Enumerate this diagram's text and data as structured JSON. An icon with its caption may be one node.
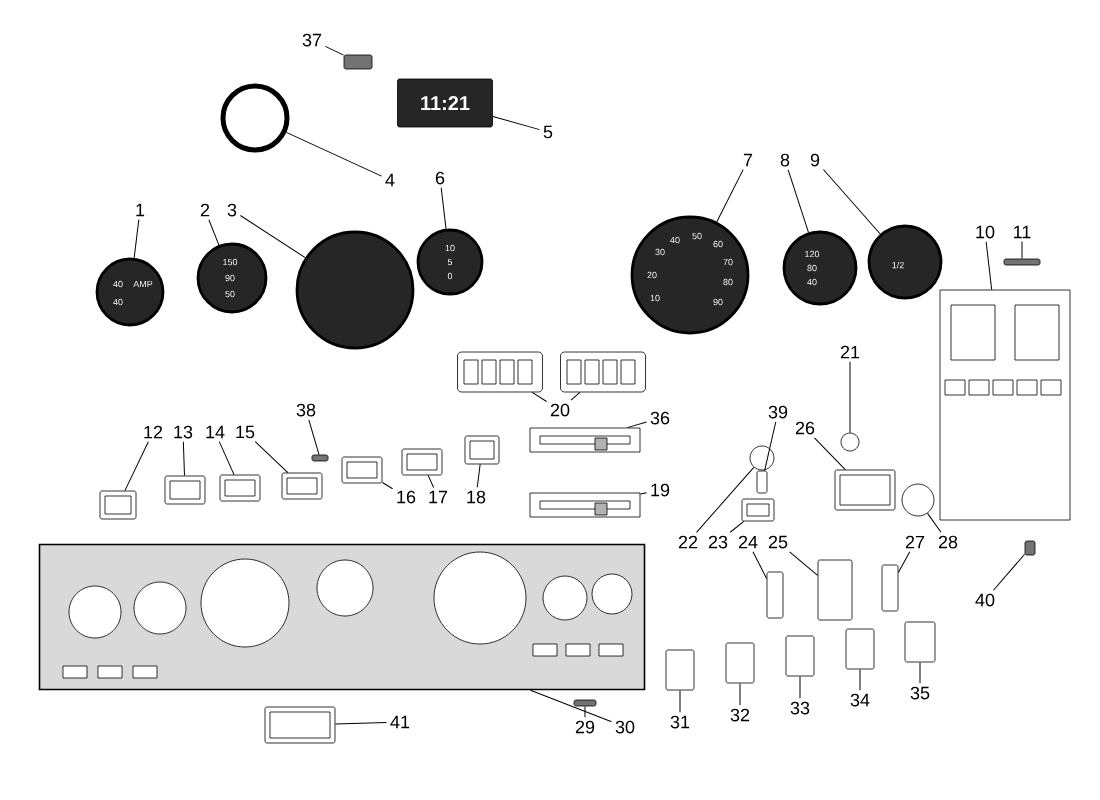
{
  "diagram": {
    "nodes": [
      {
        "text": [
          "1"
        ]
      },
      {
        "text": [],
        "shape": "circle"
      },
      {
        "text": [
          "2"
        ]
      },
      {
        "text": [],
        "shape": "circle"
      },
      {
        "text": [
          "3"
        ]
      },
      {
        "text": [],
        "shape": "circle"
      },
      {
        "text": [
          "4"
        ]
      },
      {
        "text": [],
        "shape": "circle"
      },
      {
        "text": [
          "5"
        ]
      },
      {
        "text": [],
        "shape": "box"
      },
      {
        "text": [
          "6"
        ]
      },
      {
        "text": [],
        "shape": "circle"
      },
      {
        "text": [
          "7"
        ]
      },
      {
        "text": [],
        "shape": "circle"
      },
      {
        "text": [
          "8"
        ]
      },
      {
        "text": [],
        "shape": "circle"
      },
      {
        "text": [
          "9"
        ]
      },
      {
        "text": [],
        "shape": "circle"
      },
      {
        "text": [
          "10"
        ]
      },
      {
        "text": [],
        "shape": "picture"
      },
      {
        "text": [
          "11"
        ]
      },
      {
        "text": [],
        "shape": "box"
      },
      {
        "text": [
          "12"
        ]
      },
      {
        "text": [],
        "shape": "picture"
      },
      {
        "text": [
          "13"
        ]
      },
      {
        "text": [],
        "shape": "picture"
      },
      {
        "text": [
          "14"
        ]
      },
      {
        "text": [],
        "shape": "picture"
      },
      {
        "text": [
          "15"
        ]
      },
      {
        "text": [],
        "shape": "picture"
      },
      {
        "text": [
          "16"
        ]
      },
      {
        "text": [],
        "shape": "picture"
      },
      {
        "text": [
          "17"
        ]
      },
      {
        "text": [],
        "shape": "picture"
      },
      {
        "text": [
          "18"
        ]
      },
      {
        "text": [],
        "shape": "picture"
      },
      {
        "text": [
          "19"
        ]
      },
      {
        "text": [],
        "shape": "picture"
      },
      {
        "text": [
          "20"
        ]
      },
      {
        "text": [],
        "shape": "picture"
      },
      {
        "text": [],
        "shape": "picture"
      },
      {
        "text": [
          "21"
        ]
      },
      {
        "text": [],
        "shape": "circle"
      },
      {
        "text": [
          "22"
        ]
      },
      {
        "text": [],
        "shape": "circle"
      },
      {
        "text": [
          "23"
        ]
      },
      {
        "text": [],
        "shape": "picture"
      },
      {
        "text": [
          "24"
        ]
      },
      {
        "text": [],
        "shape": "box"
      },
      {
        "text": [
          "25"
        ]
      },
      {
        "text": [],
        "shape": "box"
      },
      {
        "text": [
          "26"
        ]
      },
      {
        "text": [],
        "shape": "picture"
      },
      {
        "text": [
          "27"
        ]
      },
      {
        "text": [],
        "shape": "box"
      },
      {
        "text": [
          "28"
        ]
      },
      {
        "text": [],
        "shape": "circle"
      },
      {
        "text": [
          "29"
        ]
      },
      {
        "text": [],
        "shape": "box"
      },
      {
        "text": [
          "30"
        ]
      },
      {
        "text": [],
        "shape": "picture"
      },
      {
        "text": [
          "31"
        ]
      },
      {
        "text": [],
        "shape": "box"
      },
      {
        "text": [
          "32"
        ]
      },
      {
        "text": [],
        "shape": "box"
      },
      {
        "text": [
          "33"
        ]
      },
      {
        "text": [],
        "shape": "box"
      },
      {
        "text": [
          "34"
        ]
      },
      {
        "text": [],
        "shape": "box"
      },
      {
        "text": [
          "35"
        ]
      },
      {
        "text": [],
        "shape": "box"
      },
      {
        "text": [
          "36"
        ]
      },
      {
        "text": [],
        "shape": "picture"
      },
      {
        "text": [
          "37"
        ]
      },
      {
        "text": [],
        "shape": "box"
      },
      {
        "text": [
          "38"
        ]
      },
      {
        "text": [],
        "shape": "box"
      },
      {
        "text": [
          "39"
        ]
      },
      {
        "text": [],
        "shape": "box"
      },
      {
        "text": [
          "40"
        ]
      },
      {
        "text": [],
        "shape": "box"
      },
      {
        "text": [
          "41"
        ]
      },
      {
        "text": [],
        "shape": "picture"
      }
    ],
    "edges": [
      {
        "from": 0,
        "to": 1,
        "arrow": "none"
      },
      {
        "from": 2,
        "to": 3,
        "arrow": "none"
      },
      {
        "from": 4,
        "to": 5,
        "arrow": "none"
      },
      {
        "from": 6,
        "to": 7,
        "arrow": "none"
      },
      {
        "from": 8,
        "to": 9,
        "arrow": "none"
      },
      {
        "from": 10,
        "to": 11,
        "arrow": "none"
      },
      {
        "from": 12,
        "to": 13,
        "arrow": "none"
      },
      {
        "from": 14,
        "to": 15,
        "arrow": "none"
      },
      {
        "from": 16,
        "to": 17,
        "arrow": "none"
      },
      {
        "from": 18,
        "to": 19,
        "arrow": "none"
      },
      {
        "from": 20,
        "to": 21,
        "arrow": "none"
      },
      {
        "from": 22,
        "to": 23,
        "arrow": "none"
      },
      {
        "from": 24,
        "to": 25,
        "arrow": "none"
      },
      {
        "from": 26,
        "to": 27,
        "arrow": "none"
      },
      {
        "from": 28,
        "to": 29,
        "arrow": "none"
      },
      {
        "from": 30,
        "to": 31,
        "arrow": "none"
      },
      {
        "from": 32,
        "to": 33,
        "arrow": "none"
      },
      {
        "from": 34,
        "to": 35,
        "arrow": "none"
      },
      {
        "from": 36,
        "to": 37,
        "arrow": "none"
      },
      {
        "from": 38,
        "to": 39,
        "arrow": "none"
      },
      {
        "from": 38,
        "to": 40,
        "arrow": "none"
      },
      {
        "from": 41,
        "to": 42,
        "arrow": "none"
      },
      {
        "from": 43,
        "to": 44,
        "arrow": "none"
      },
      {
        "from": 45,
        "to": 46,
        "arrow": "none"
      },
      {
        "from": 47,
        "to": 48,
        "arrow": "none"
      },
      {
        "from": 49,
        "to": 50,
        "arrow": "none"
      },
      {
        "from": 51,
        "to": 52,
        "arrow": "none"
      },
      {
        "from": 53,
        "to": 54,
        "arrow": "none"
      },
      {
        "from": 55,
        "to": 56,
        "arrow": "none"
      },
      {
        "from": 57,
        "to": 58,
        "arrow": "none"
      },
      {
        "from": 59,
        "to": 60,
        "arrow": "none"
      },
      {
        "from": 61,
        "to": 62,
        "arrow": "none"
      },
      {
        "from": 63,
        "to": 64,
        "arrow": "none"
      },
      {
        "from": 65,
        "to": 66,
        "arrow": "none"
      },
      {
        "from": 67,
        "to": 68,
        "arrow": "none"
      },
      {
        "from": 69,
        "to": 70,
        "arrow": "none"
      },
      {
        "from": 71,
        "to": 72,
        "arrow": "none"
      },
      {
        "from": 73,
        "to": 74,
        "arrow": "none"
      },
      {
        "from": 75,
        "to": 76,
        "arrow": "none"
      },
      {
        "from": 77,
        "to": 78,
        "arrow": "none"
      },
      {
        "from": 79,
        "to": 80,
        "arrow": "none"
      },
      {
        "from": 81,
        "to": 82,
        "arrow": "none"
      }
    ],
    "labels": [
      "11:21",
      "40",
      "AMP",
      "40",
      "150",
      "90",
      "50",
      "10",
      "5",
      "0",
      "40",
      "50",
      "60",
      "30",
      "70",
      "20",
      "80",
      "10",
      "90",
      "120",
      "80",
      "40",
      "1/2"
    ]
  }
}
